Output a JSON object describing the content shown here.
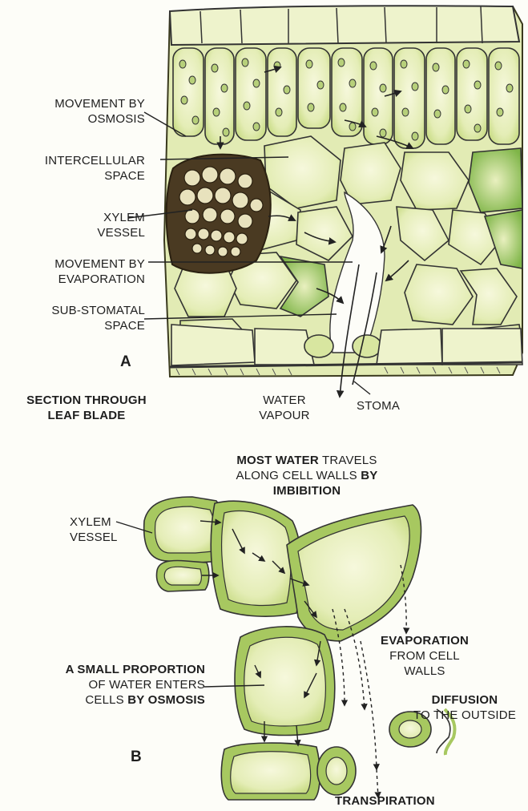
{
  "diagram_a": {
    "panel_letter": "A",
    "caption_line1": "SECTION THROUGH",
    "caption_line2": "LEAF BLADE",
    "labels": {
      "osmosis_line1": "MOVEMENT BY",
      "osmosis_line2": "OSMOSIS",
      "intercellular_line1": "INTERCELLULAR",
      "intercellular_line2": "SPACE",
      "xylem_line1": "XYLEM",
      "xylem_line2": "VESSEL",
      "evaporation_line1": "MOVEMENT BY",
      "evaporation_line2": "EVAPORATION",
      "substomatal_line1": "SUB-STOMATAL",
      "substomatal_line2": "SPACE",
      "water_line1": "WATER",
      "water_line2": "VAPOUR",
      "stoma": "STOMA"
    }
  },
  "diagram_b": {
    "panel_letter": "B",
    "labels": {
      "imbibition_bold1": "MOST WATER",
      "imbibition_text1": " TRAVELS",
      "imbibition_text2": "ALONG CELL WALLS ",
      "imbibition_bold2": "BY",
      "imbibition_bold3": "IMBIBITION",
      "xylem_line1": "XYLEM",
      "xylem_line2": "VESSEL",
      "evap_bold": "EVAPORATION",
      "evap_line2": "FROM CELL",
      "evap_line3": "WALLS",
      "proportion_bold": "A SMALL PROPORTION",
      "proportion_line2": "OF WATER ENTERS",
      "proportion_text3": "CELLS ",
      "proportion_bold3": "BY OSMOSIS",
      "diffusion_bold": "DIFFUSION",
      "diffusion_line2": "TO THE OUTSIDE",
      "transpiration": "TRANSPIRATION"
    }
  },
  "colors": {
    "cell_fill": "#e8efbe",
    "cell_wall": "#9bbd4a",
    "outline": "#3a3a1e",
    "vein_dark": "#4a3a22"
  }
}
